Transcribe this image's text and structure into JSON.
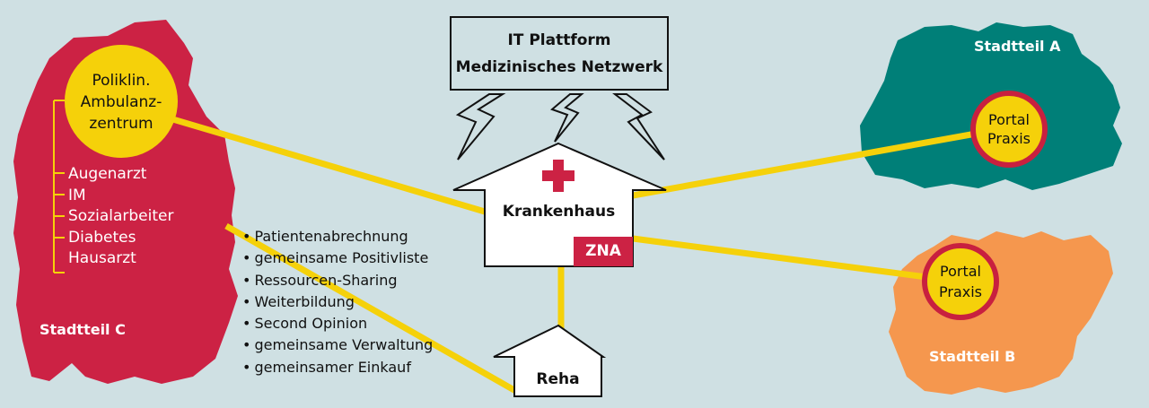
{
  "platform": {
    "line1": "IT Plattform",
    "line2": "Medizinisches Netzwerk"
  },
  "hospital": {
    "label": "Krankenhaus",
    "zna": "ZNA",
    "cross_color": "#cc2244"
  },
  "reha": {
    "label": "Reha"
  },
  "district_c": {
    "label": "Stadtteil C",
    "color": "#cc2244",
    "center": {
      "line1": "Poliklin.",
      "line2": "Ambulanz-",
      "line3": "zentrum"
    },
    "departments": [
      "Augenarzt",
      "IM",
      "Sozialarbeiter",
      "Diabetes",
      "Hausarzt"
    ]
  },
  "district_a": {
    "label": "Stadtteil A",
    "color": "#007f78",
    "portal": {
      "line1": "Portal",
      "line2": "Praxis"
    }
  },
  "district_b": {
    "label": "Stadtteil B",
    "color": "#f5974e",
    "portal": {
      "line1": "Portal",
      "line2": "Praxis"
    }
  },
  "services": [
    "Patientenabrechnung",
    "gemeinsame Positivliste",
    "Ressourcen-Sharing",
    "Weiterbildung",
    "Second Opinion",
    "gemeinsame Verwaltung",
    "gemeinsamer Einkauf"
  ],
  "colors": {
    "background": "#cfe0e3",
    "connector": "#f5d10a",
    "node": "#f5d10a",
    "node_ring": "#c8203f"
  }
}
